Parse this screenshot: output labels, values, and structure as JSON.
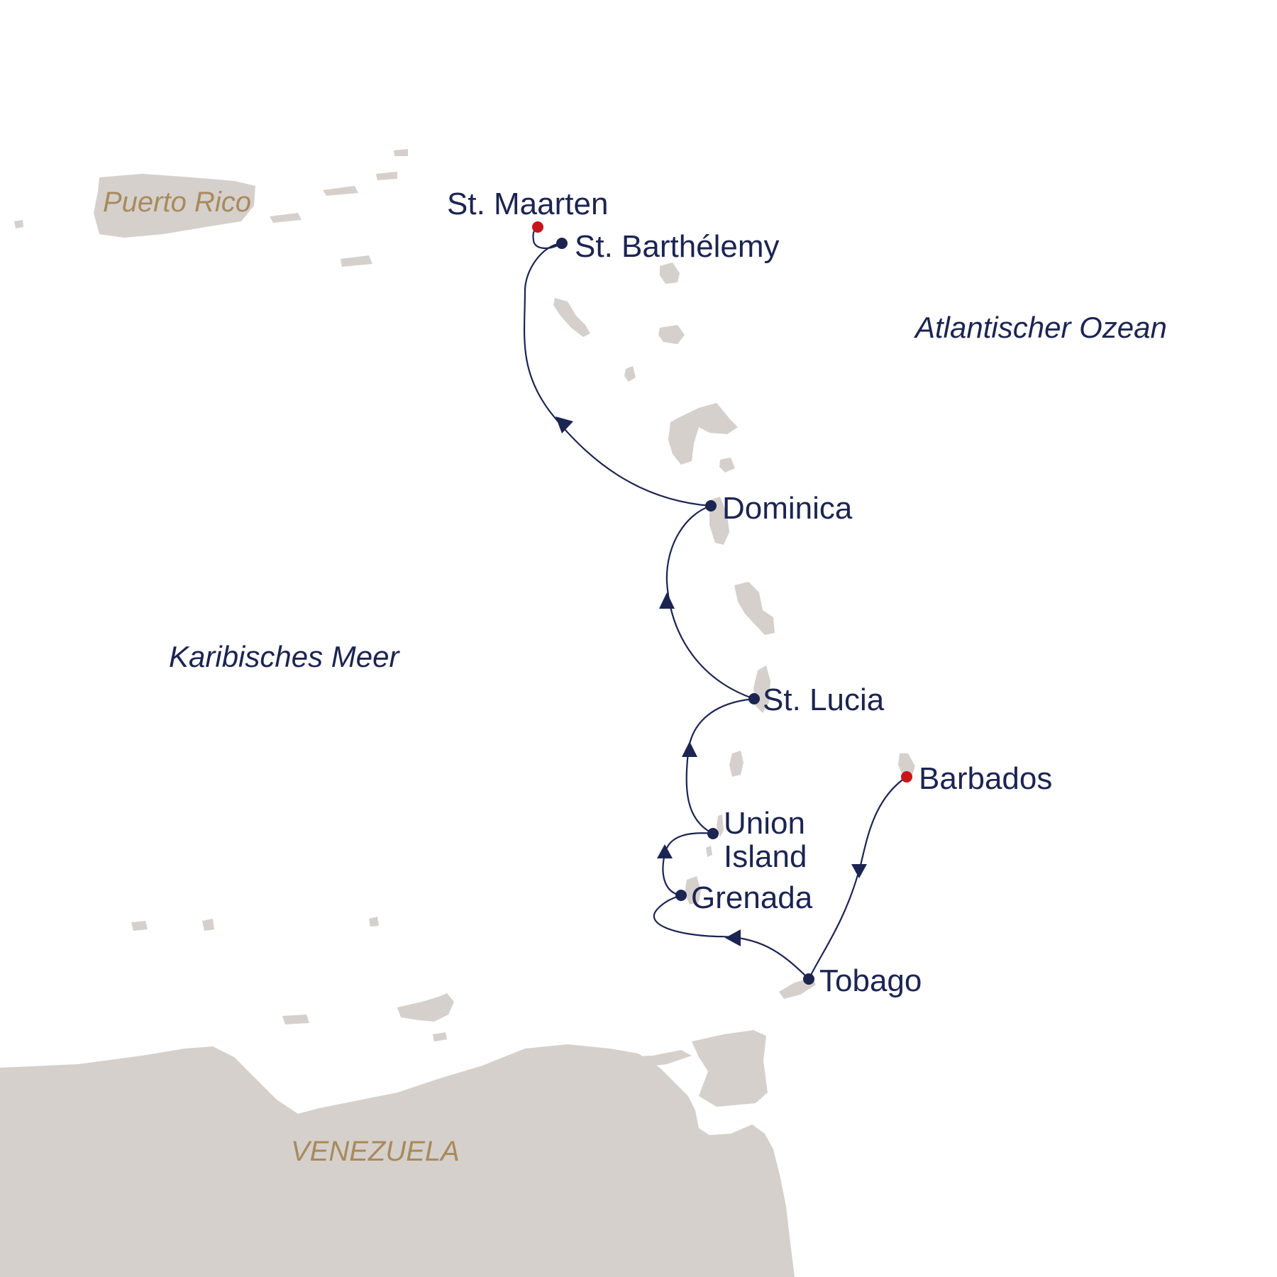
{
  "map": {
    "route_color": "#1c2452",
    "endpoint_color": "#c8151b",
    "land_color": "#d5d0cc",
    "country_label_color": "#a98a5c",
    "countries": {
      "puerto_rico": "Puerto Rico",
      "venezuela": "VENEZUELA"
    },
    "seas": {
      "atlantic": "Atlantischer Ozean",
      "caribbean": "Karibisches Meer"
    },
    "ports": {
      "st_maarten": "St. Maarten",
      "st_barthelemy": "St. Barthélemy",
      "dominica": "Dominica",
      "st_lucia": "St. Lucia",
      "barbados": "Barbados",
      "union_island_line1": "Union",
      "union_island_line2": "Island",
      "grenada": "Grenada",
      "tobago": "Tobago"
    }
  }
}
